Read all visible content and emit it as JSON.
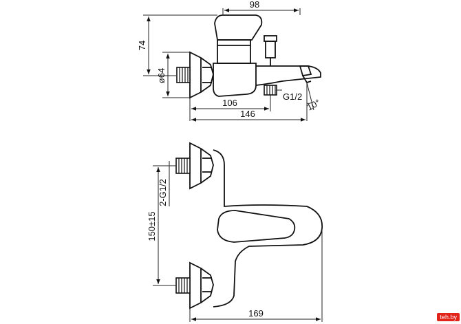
{
  "dimensions": {
    "top_width": "98",
    "height": "74",
    "diameter": "ø64",
    "spout_thread": "G1/2",
    "angle": "10°",
    "depth_inner": "106",
    "depth_total": "146",
    "inlet_threads": "2-G1/2",
    "centers": "150±15",
    "front_width": "169"
  },
  "watermark": "teh.by",
  "colors": {
    "line": "#111111",
    "watermark_bg": "#e2231a",
    "background": "#ffffff"
  }
}
